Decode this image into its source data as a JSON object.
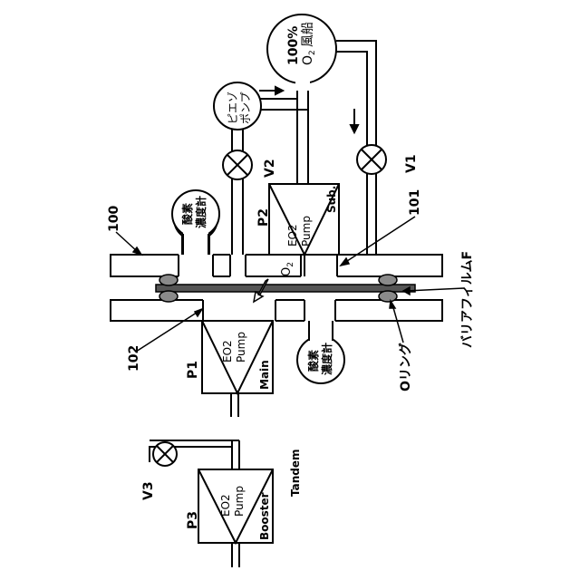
{
  "labels": {
    "balloon": "100%",
    "balloon_o2": "O",
    "balloon_o2_sub": "2",
    "balloon_name": "風船",
    "piezo_line1": "ピエゾ",
    "piezo_line2": "ポンプ",
    "v1": "V1",
    "v2": "V2",
    "v3": "V3",
    "p1": "P1",
    "p2": "P2",
    "p3": "P3",
    "sensor_top_line1": "酸素",
    "sensor_top_line2": "濃度計",
    "sensor_bottom_line1": "酸素",
    "sensor_bottom_line2": "濃度計",
    "pump_line1": "EO2",
    "pump_line2": "Pump",
    "p1_pump_line1": "EO2",
    "p1_pump_line2": "Pump",
    "p3_pump_line1": "EO2",
    "p3_pump_line2": "Pump",
    "p1_role": "Main",
    "p2_role": "Sub.",
    "p3_role": "Booster",
    "o2": "O",
    "o2_sub": "2",
    "ref_100": "100",
    "ref_101": "101",
    "ref_102": "102",
    "oring": "Oリング",
    "barrier_film": "バリアフィルムF",
    "tandem": "Tandem"
  },
  "colors": {
    "line": "#000000",
    "oring": "#8a8a8a",
    "film": "#555555",
    "plate": "#ffffff"
  }
}
